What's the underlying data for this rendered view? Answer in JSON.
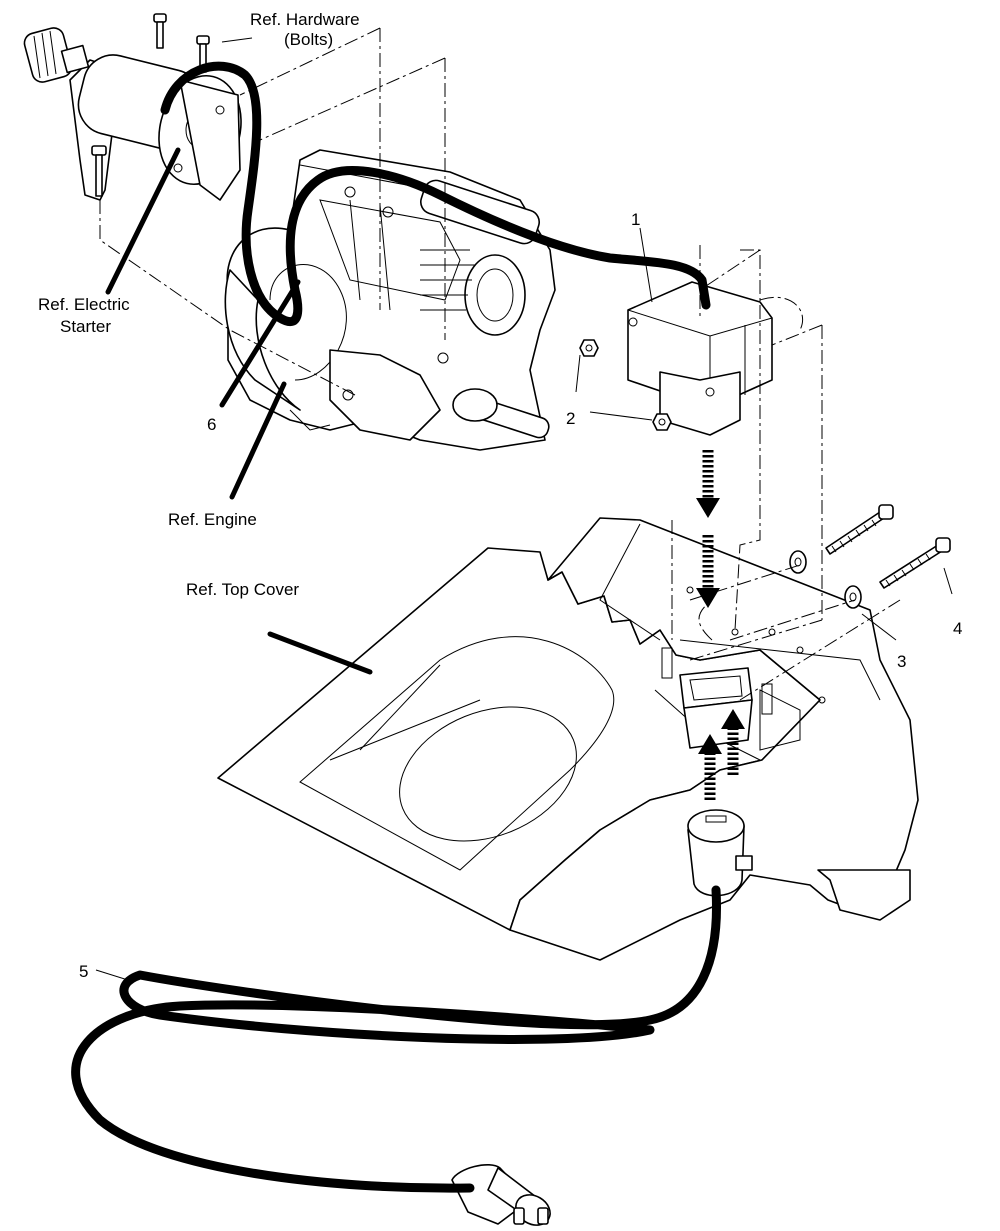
{
  "labels": {
    "ref_hardware": "Ref. Hardware",
    "bolts": "(Bolts)",
    "ref_electric": "Ref. Electric",
    "starter": "Starter",
    "ref_engine": "Ref. Engine",
    "ref_top_cover": "Ref. Top Cover"
  },
  "callouts": {
    "c1": "1",
    "c2": "2",
    "c3": "3",
    "c4": "4",
    "c5": "5",
    "c6": "6"
  }
}
